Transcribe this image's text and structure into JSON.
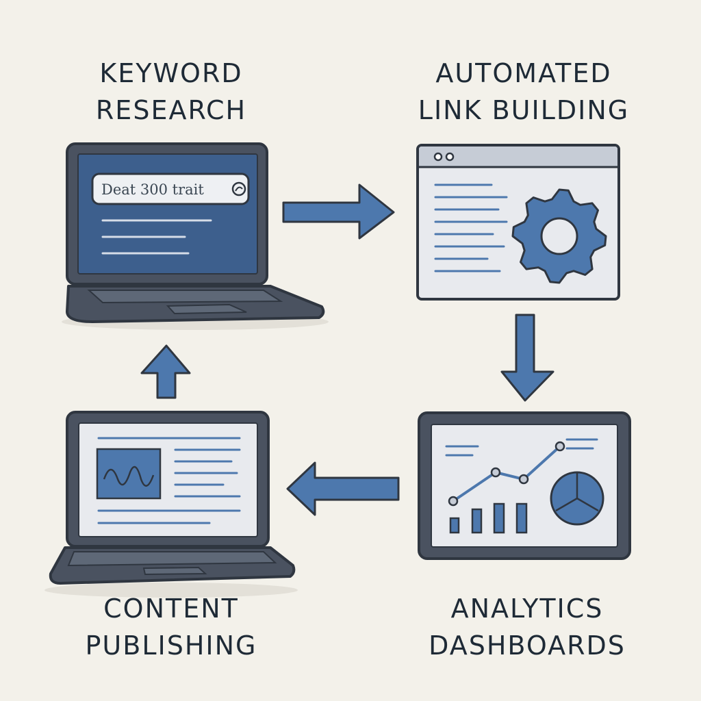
{
  "stages": {
    "keyword_research": {
      "line1": "KEYWORD",
      "line2": "RESEARCH",
      "search_text": "Deat 300 trait"
    },
    "link_building": {
      "line1": "AUTOMATED",
      "line2": "LINK BUILDING"
    },
    "analytics": {
      "line1": "ANALYTICS",
      "line2": "DASHBOARDS"
    },
    "content_publishing": {
      "line1": "CONTENT",
      "line2": "PUBLISHING"
    }
  },
  "colors": {
    "background": "#f3f1ea",
    "outline": "#2f3640",
    "device_dark": "#4a5260",
    "accent_blue": "#4d78ad",
    "screen_blue": "#3d5f8d",
    "screen_light": "#e8eaee"
  },
  "icons": [
    "search-icon",
    "gear-icon",
    "line-chart-icon",
    "bar-chart-icon",
    "pie-chart-icon",
    "waveform-image-icon"
  ]
}
